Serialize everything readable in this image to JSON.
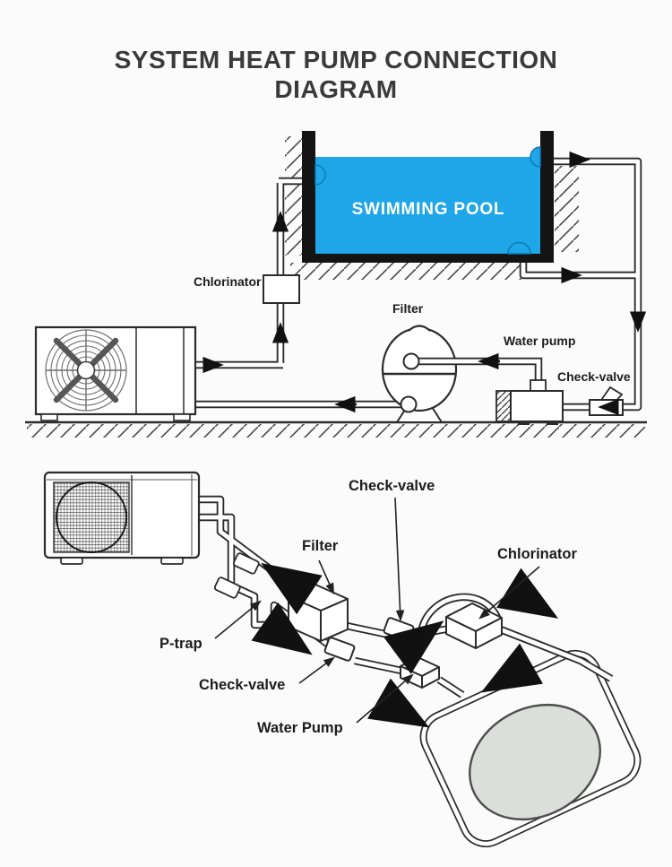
{
  "title": {
    "line1": "SYSTEM HEAT PUMP CONNECTION",
    "line2": "DIAGRAM"
  },
  "colors": {
    "pool_blue": "#1ea6e8",
    "pool_gray": "#dbdedb",
    "line_dark": "#2b2b2b",
    "title_gray": "#3a3a3a"
  },
  "top": {
    "pool_text": "SWIMMING POOL",
    "labels": {
      "chlorinator": "Chlorinator",
      "filter": "Filter",
      "water_pump": "Water pump",
      "check_valve": "Check-valve"
    }
  },
  "bottom": {
    "labels": {
      "check_valve_top": "Check-valve",
      "filter": "Filter",
      "chlorinator": "Chlorinator",
      "p_trap": "P-trap",
      "check_valve_bottom": "Check-valve",
      "water_pump": "Water Pump"
    }
  }
}
